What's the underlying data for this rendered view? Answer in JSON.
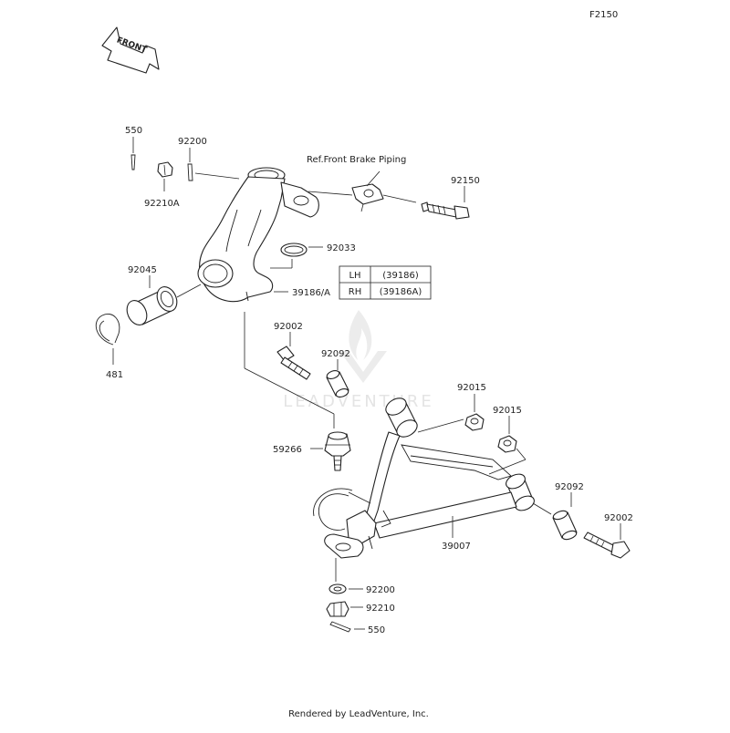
{
  "figure_code": "F2150",
  "front_label": "FRONT",
  "footer": "Rendered by LeadVenture, Inc.",
  "watermark": "LEADVENTURE",
  "ref_note": "Ref.Front Brake Piping",
  "callouts": {
    "c550_top": "550",
    "c92200_top": "92200",
    "c92210A": "92210A",
    "c92150": "92150",
    "c92033": "92033",
    "c92045": "92045",
    "c39186A": "39186/A",
    "c481": "481",
    "c92002_left": "92002",
    "c92092_left": "92092",
    "c92015_a": "92015",
    "c92015_b": "92015",
    "c59266": "59266",
    "c92092_right": "92092",
    "c92002_right": "92002",
    "c39007": "39007",
    "c92200_bot": "92200",
    "c92210_bot": "92210",
    "c550_bot": "550"
  },
  "variant_table": {
    "rows": [
      {
        "side": "LH",
        "part": "(39186)"
      },
      {
        "side": "RH",
        "part": "(39186A)"
      }
    ]
  }
}
